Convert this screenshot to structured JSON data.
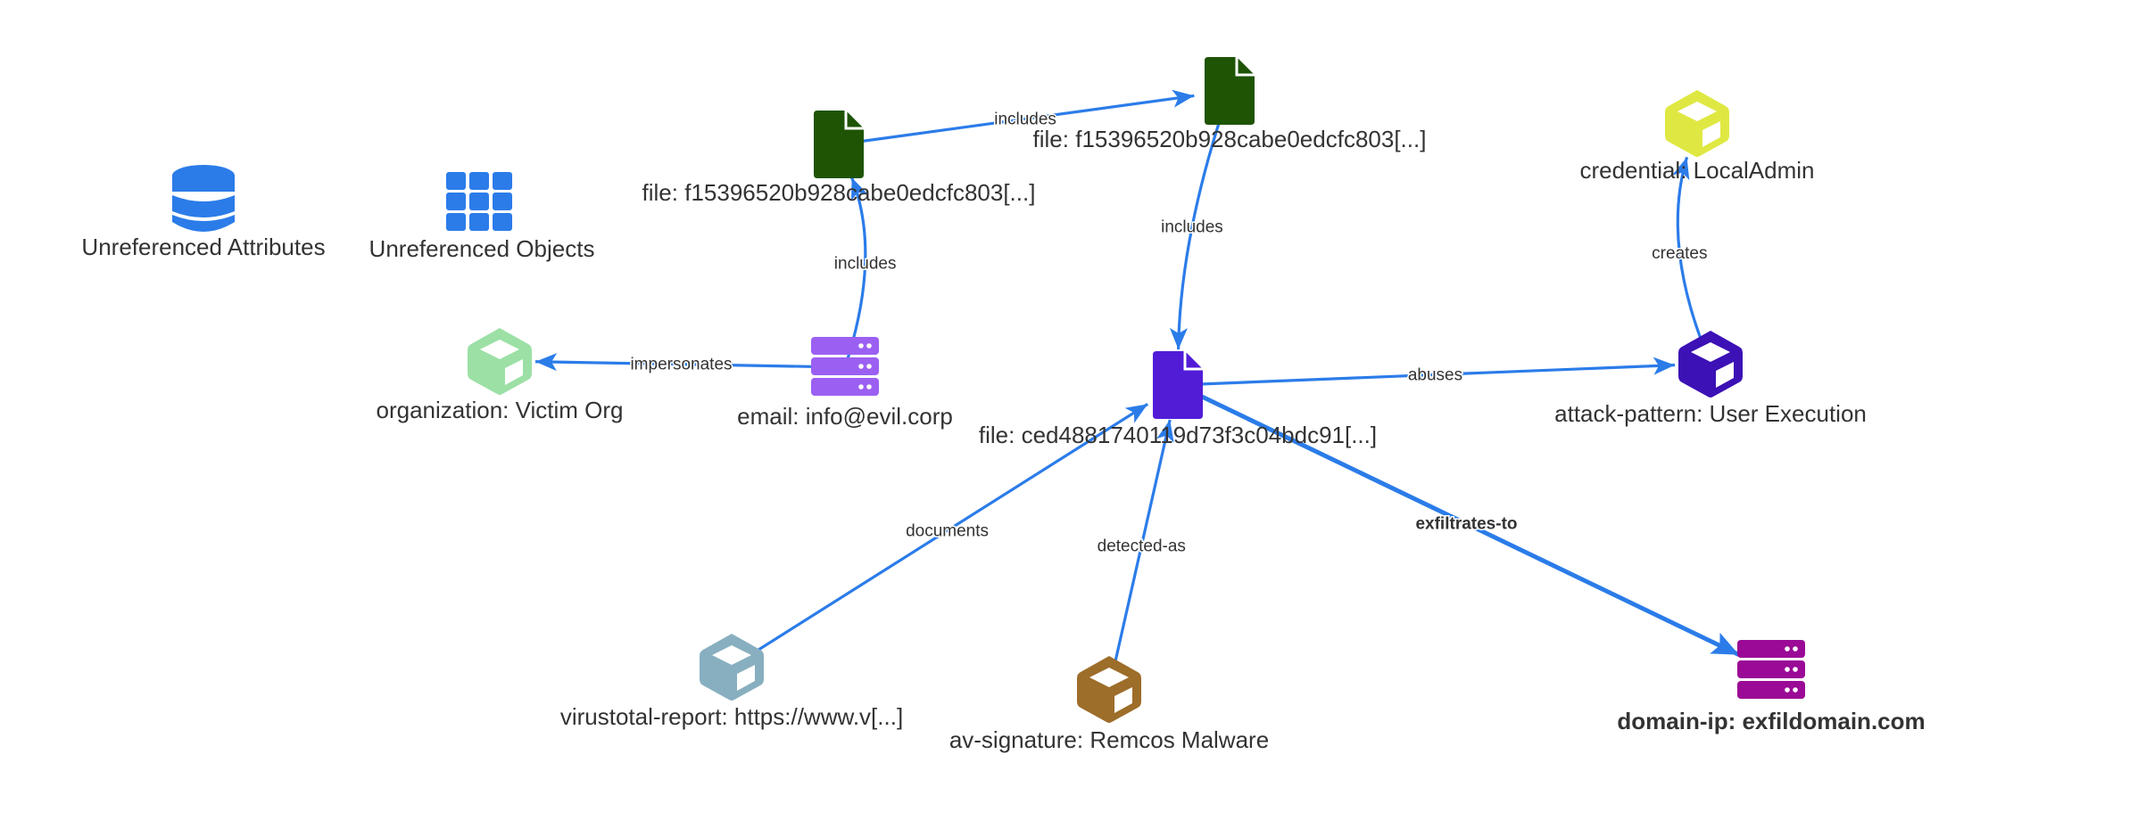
{
  "edge_color": "#2b7ce9",
  "groups": [
    {
      "id": "unref-attrs",
      "label": "Unreferenced Attributes",
      "icon": "database-icon",
      "color": "#2b7ce9"
    },
    {
      "id": "unref-objs",
      "label": "Unreferenced Objects",
      "icon": "grid-icon",
      "color": "#2b7ce9"
    }
  ],
  "nodes": [
    {
      "id": "file1",
      "type": "file",
      "label": "file: f15396520b928cabe0edcfc803[...]",
      "icon": "file-icon",
      "color": "#1e5404",
      "bold": false
    },
    {
      "id": "file2",
      "type": "file",
      "label": "file: f15396520b928cabe0edcfc803[...]",
      "icon": "file-icon",
      "color": "#1e5404",
      "bold": false
    },
    {
      "id": "file3",
      "type": "file",
      "label": "file: ced4881740119d73f3c04bdc91[...]",
      "icon": "file-icon",
      "color": "#521cd7",
      "bold": false
    },
    {
      "id": "credential",
      "type": "credential",
      "label": "credential: LocalAdmin",
      "icon": "cube-icon",
      "color": "#dfe842",
      "bold": false
    },
    {
      "id": "attack",
      "type": "attack-pattern",
      "label": "attack-pattern: User Execution",
      "icon": "cube-icon",
      "color": "#3c11b5",
      "bold": false
    },
    {
      "id": "org",
      "type": "organization",
      "label": "organization: Victim Org",
      "icon": "cube-icon",
      "color": "#9ce0a6",
      "bold": false
    },
    {
      "id": "email",
      "type": "email",
      "label": "email: info@evil.corp",
      "icon": "server-icon",
      "color": "#9b60f2",
      "bold": false
    },
    {
      "id": "vt",
      "type": "virustotal-report",
      "label": "virustotal-report: https://www.v[...]",
      "icon": "cube-icon",
      "color": "#87afbf",
      "bold": false
    },
    {
      "id": "av",
      "type": "av-signature",
      "label": "av-signature: Remcos Malware",
      "icon": "cube-icon",
      "color": "#9d6d2a",
      "bold": false
    },
    {
      "id": "domain",
      "type": "domain-ip",
      "label": "domain-ip: exfildomain.com",
      "icon": "server-icon",
      "color": "#9a0a96",
      "bold": true
    }
  ],
  "edges": [
    {
      "from": "file1",
      "to": "file2",
      "label": "includes",
      "bold": false
    },
    {
      "from": "email",
      "to": "file1",
      "label": "includes",
      "bold": false
    },
    {
      "from": "file2",
      "to": "file3",
      "label": "includes",
      "bold": false
    },
    {
      "from": "email",
      "to": "org",
      "label": "impersonates",
      "bold": false
    },
    {
      "from": "file3",
      "to": "attack",
      "label": "abuses",
      "bold": false
    },
    {
      "from": "attack",
      "to": "credential",
      "label": "creates",
      "bold": false
    },
    {
      "from": "vt",
      "to": "file3",
      "label": "documents",
      "bold": false
    },
    {
      "from": "av",
      "to": "file3",
      "label": "detected-as",
      "bold": false
    },
    {
      "from": "file3",
      "to": "domain",
      "label": "exfiltrates-to",
      "bold": true
    }
  ]
}
